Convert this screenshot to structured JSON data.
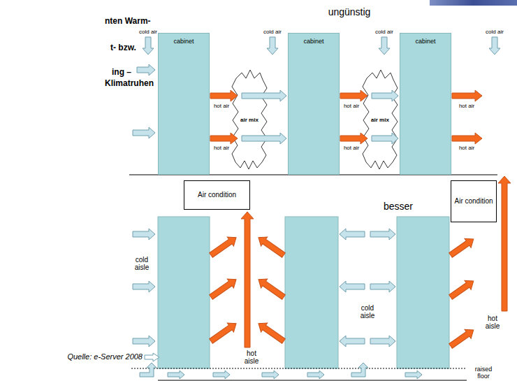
{
  "diagram": {
    "nodes": [
      {
        "text": [
          "cabinet"
        ]
      },
      {
        "text": [
          "cabinet"
        ]
      },
      {
        "text": [
          "cabinet"
        ]
      },
      {
        "text": [
          "Air condition"
        ]
      },
      {
        "text": [
          "Air condition"
        ]
      }
    ],
    "labels": [
      "nten Warm-",
      "t- bzw.",
      "ing –",
      "Klimatruhen",
      "ungünstig",
      "cold air",
      "cold air",
      "cold air",
      "cold air",
      "hot air",
      "hot air",
      "hot air",
      "air mix",
      "air mix",
      "hot air",
      "hot air",
      "hot air",
      "besser",
      "cold aisle",
      "cold aisle",
      "hot aisle",
      "hot aisle",
      "Quelle: e-Server 2008",
      "raised floor"
    ]
  }
}
